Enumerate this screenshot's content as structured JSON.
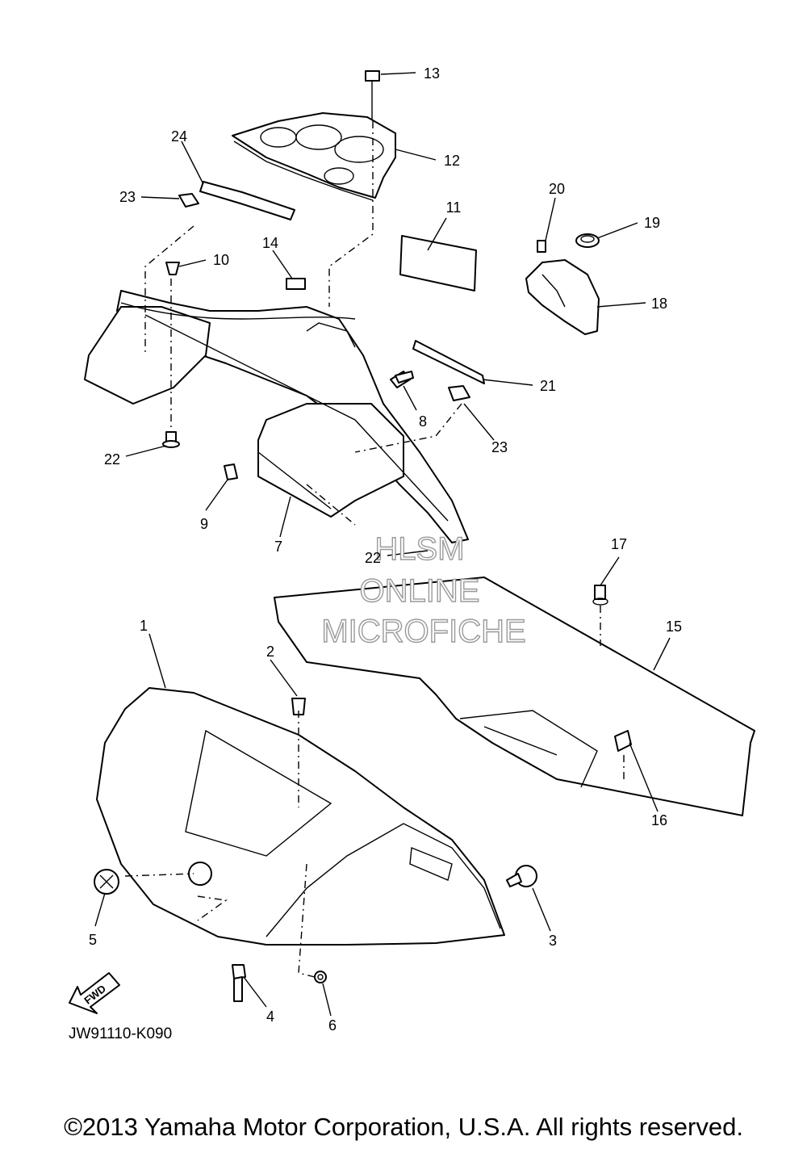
{
  "callouts": [
    "1",
    "2",
    "3",
    "4",
    "5",
    "6",
    "7",
    "8",
    "9",
    "10",
    "11",
    "12",
    "13",
    "14",
    "15",
    "16",
    "17",
    "18",
    "19",
    "20",
    "21",
    "22",
    "22",
    "23",
    "23",
    "24"
  ],
  "watermark": [
    "HLSM",
    "ONLINE",
    "MICROFICHE"
  ],
  "fwd_label": "FWD",
  "diagram_code": "JW91110-K090",
  "copyright": "©2013 Yamaha Motor Corporation, U.S.A. All rights reserved."
}
